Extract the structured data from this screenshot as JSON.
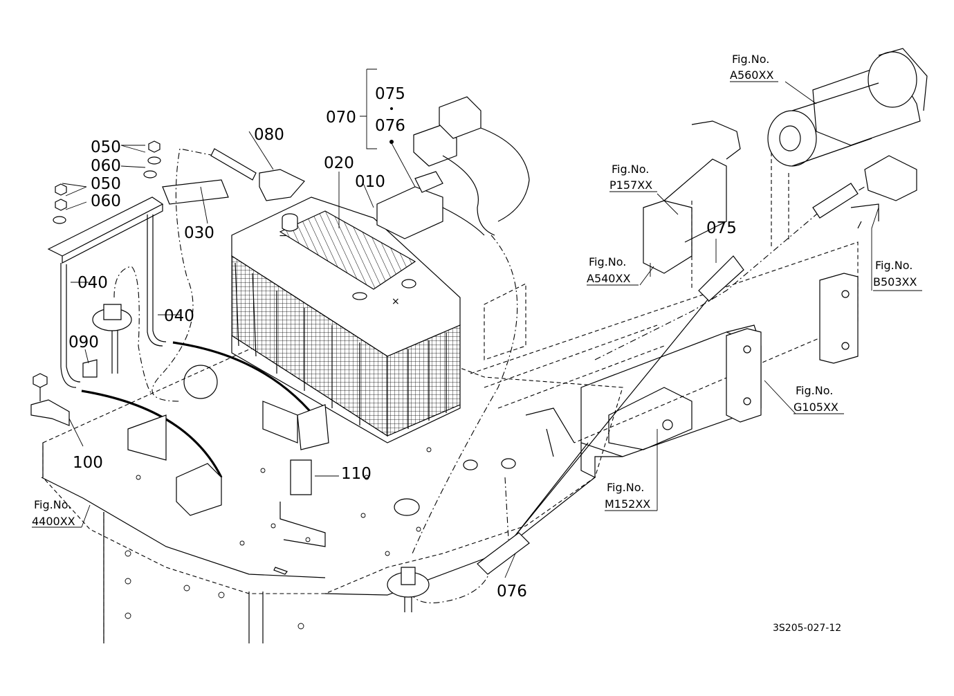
{
  "labels": {
    "p010": "010",
    "p020": "020",
    "p030": "030",
    "p040a": "040",
    "p040b": "040",
    "p050a": "050",
    "p050b": "050",
    "p060a": "060",
    "p060b": "060",
    "p070": "070",
    "p075a": "075",
    "p075b": "075",
    "p076a": "076",
    "p076b": "076",
    "p080": "080",
    "p090": "090",
    "p100": "100",
    "p110": "110"
  },
  "figures": {
    "a560": {
      "line1": "Fig.No.",
      "line2": "A560XX"
    },
    "p157": {
      "line1": "Fig.No.",
      "line2": "P157XX"
    },
    "a540": {
      "line1": "Fig.No.",
      "line2": "A540XX"
    },
    "b503": {
      "line1": "Fig.No.",
      "line2": "B503XX"
    },
    "g105": {
      "line1": "Fig.No.",
      "line2": "G105XX"
    },
    "m152": {
      "line1": "Fig.No.",
      "line2": "M152XX"
    },
    "f4400": {
      "line1": "Fig.No.",
      "line2": "4400XX"
    }
  },
  "drawing_code": "3S205-027-12"
}
